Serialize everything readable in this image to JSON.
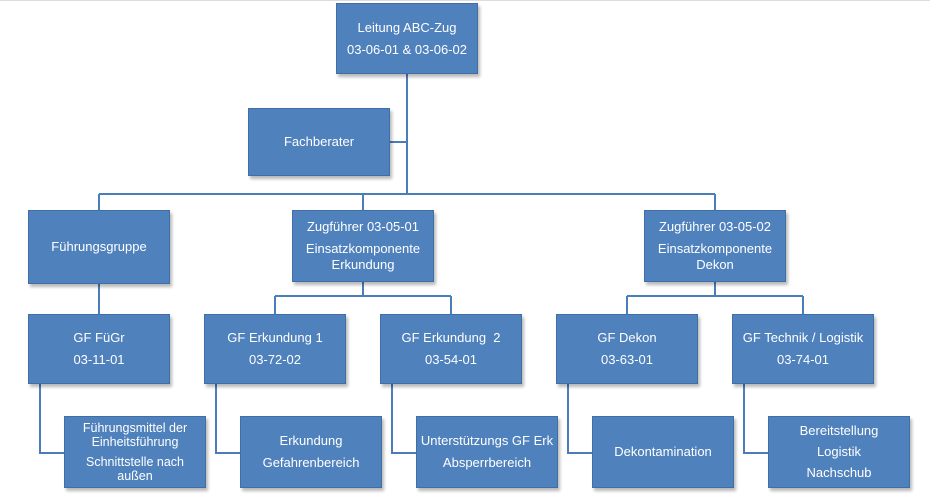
{
  "colors": {
    "box_fill": "#4f81bd",
    "box_text": "#ffffff",
    "connector": "#4a7ebb"
  },
  "nodes": {
    "leitung": {
      "title": "Leitung ABC-Zug",
      "code": "03-06-01 & 03-06-02"
    },
    "fachberater": {
      "title": "Fachberater"
    },
    "fuehrungsgruppe": {
      "title": "Führungsgruppe"
    },
    "zf1": {
      "title": "Zugführer 03-05-01",
      "line2": "Einsatzkomponente",
      "line3": "Erkundung"
    },
    "zf2": {
      "title": "Zugführer 03-05-02",
      "line2": "Einsatzkomponente",
      "line3": "Dekon"
    },
    "gf_fuegr": {
      "title": "GF FüGr",
      "code": "03-11-01"
    },
    "gf_erk1": {
      "title": "GF Erkundung 1",
      "code": "03-72-02"
    },
    "gf_erk2": {
      "title": "GF Erkundung  2",
      "code": "03-54-01"
    },
    "gf_dekon": {
      "title": "GF Dekon",
      "code": "03-63-01"
    },
    "gf_tech": {
      "title": "GF Technik / Logistik",
      "code": "03-74-01"
    },
    "task_fuegr": {
      "line1": "Führungsmittel der",
      "line2": "Einheitsführung",
      "line3": "Schnittstelle nach",
      "line4": "außen"
    },
    "task_erk1": {
      "line1": "Erkundung",
      "line2": "Gefahrenbereich"
    },
    "task_erk2": {
      "line1": "Unterstützungs GF Erk",
      "line2": "Absperrbereich"
    },
    "task_dekon": {
      "line1": "Dekontamination"
    },
    "task_tech": {
      "line1": "Bereitstellung",
      "line2": "Logistik",
      "line3": "Nachschub"
    }
  }
}
